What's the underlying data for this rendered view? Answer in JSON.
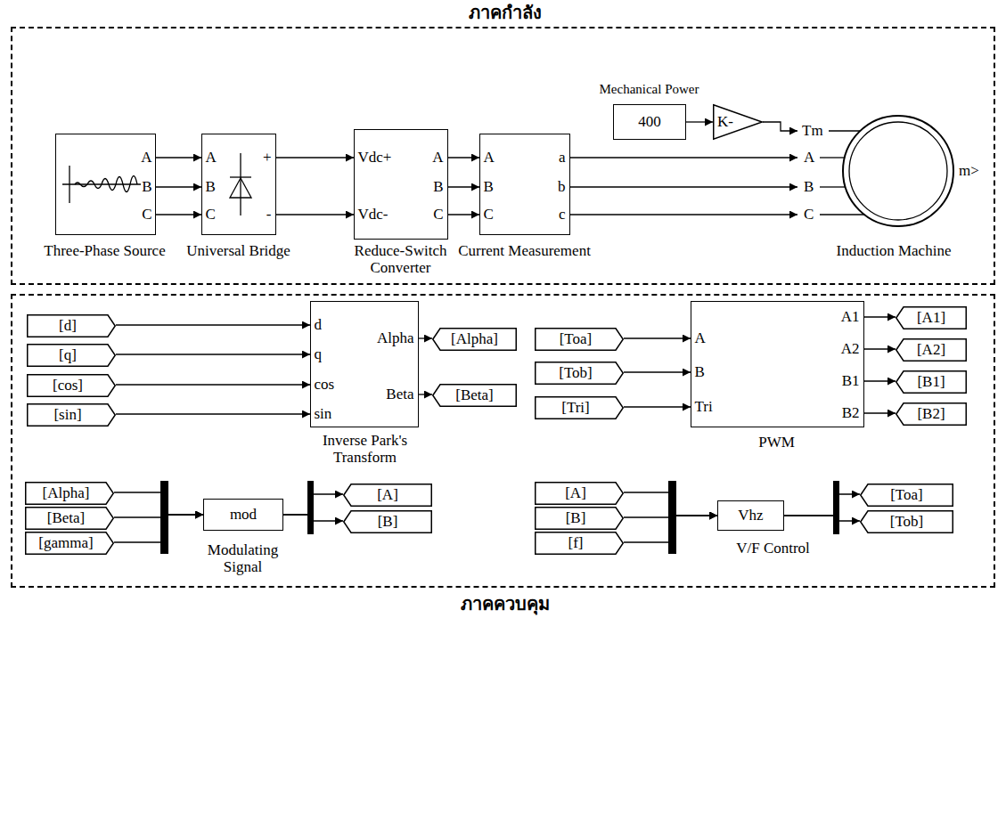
{
  "diagram": {
    "nodes": [
      {
        "text": [
          "ภาคกำลัง"
        ]
      },
      {
        "text": [
          "A",
          "B",
          "C",
          "Three-Phase Source"
        ],
        "in": 0
      },
      {
        "text": [
          "A",
          "B",
          "C",
          "+",
          "-",
          "Universal Bridge"
        ],
        "in": 0
      },
      {
        "text": [
          "Vdc+",
          "Vdc-",
          "A",
          "B",
          "C",
          "Reduce-Switch Converter"
        ],
        "in": 0
      },
      {
        "text": [
          "A",
          "B",
          "C",
          "a",
          "b",
          "c",
          "Current Measurement"
        ],
        "in": 0
      },
      {
        "text": [
          "Mechanical Power",
          "400"
        ],
        "in": 0
      },
      {
        "text": [
          "K-"
        ],
        "in": 0
      },
      {
        "text": [
          "Tm",
          "A",
          "B",
          "C",
          "m>",
          "Induction Machine"
        ],
        "in": 0
      },
      {
        "text": [
          "ภาคควบคุม"
        ]
      },
      {
        "text": [
          "[d]"
        ],
        "in": 8
      },
      {
        "text": [
          "[q]"
        ],
        "in": 8
      },
      {
        "text": [
          "[cos]"
        ],
        "in": 8
      },
      {
        "text": [
          "[sin]"
        ],
        "in": 8
      },
      {
        "text": [
          "d",
          "q",
          "cos",
          "sin",
          "Alpha",
          "Beta",
          "Inverse Park's Transform"
        ],
        "in": 8
      },
      {
        "text": [
          "[Alpha]"
        ],
        "in": 8
      },
      {
        "text": [
          "[Beta]"
        ],
        "in": 8
      },
      {
        "text": [
          "[Toa]"
        ],
        "in": 8
      },
      {
        "text": [
          "[Tob]"
        ],
        "in": 8
      },
      {
        "text": [
          "[Tri]"
        ],
        "in": 8
      },
      {
        "text": [
          "A",
          "B",
          "Tri",
          "A1",
          "A2",
          "B1",
          "B2",
          "PWM"
        ],
        "in": 8
      },
      {
        "text": [
          "[A1]"
        ],
        "in": 8
      },
      {
        "text": [
          "[A2]"
        ],
        "in": 8
      },
      {
        "text": [
          "[B1]"
        ],
        "in": 8
      },
      {
        "text": [
          "[B2]"
        ],
        "in": 8
      },
      {
        "text": [
          "[Alpha]"
        ],
        "in": 8
      },
      {
        "text": [
          "[Beta]"
        ],
        "in": 8
      },
      {
        "text": [
          "[gamma]"
        ],
        "in": 8
      },
      {
        "text": [
          "mod",
          "Modulating Signal"
        ],
        "in": 8
      },
      {
        "text": [
          "[A]"
        ],
        "in": 8
      },
      {
        "text": [
          "[B]"
        ],
        "in": 8
      },
      {
        "text": [
          "[A]"
        ],
        "in": 8
      },
      {
        "text": [
          "[B]"
        ],
        "in": 8
      },
      {
        "text": [
          "[f]"
        ],
        "in": 8
      },
      {
        "text": [
          "Vhz",
          "V/F Control"
        ],
        "in": 8
      },
      {
        "text": [
          "[Toa]"
        ],
        "in": 8
      },
      {
        "text": [
          "[Tob]"
        ],
        "in": 8
      }
    ],
    "edges": [
      {
        "from": 1,
        "to": 2,
        "arrow": "to"
      },
      {
        "from": 1,
        "to": 2,
        "arrow": "to"
      },
      {
        "from": 1,
        "to": 2,
        "arrow": "to"
      },
      {
        "from": 2,
        "to": 3,
        "arrow": "to"
      },
      {
        "from": 2,
        "to": 3,
        "arrow": "to"
      },
      {
        "from": 3,
        "to": 4,
        "arrow": "to"
      },
      {
        "from": 3,
        "to": 4,
        "arrow": "to"
      },
      {
        "from": 3,
        "to": 4,
        "arrow": "to"
      },
      {
        "from": 4,
        "to": 7,
        "arrow": "to"
      },
      {
        "from": 4,
        "to": 7,
        "arrow": "to"
      },
      {
        "from": 4,
        "to": 7,
        "arrow": "to"
      },
      {
        "from": 5,
        "to": 6,
        "arrow": "to"
      },
      {
        "from": 6,
        "to": 7,
        "arrow": "to"
      },
      {
        "from": 9,
        "to": 13,
        "arrow": "to"
      },
      {
        "from": 10,
        "to": 13,
        "arrow": "to"
      },
      {
        "from": 11,
        "to": 13,
        "arrow": "to"
      },
      {
        "from": 12,
        "to": 13,
        "arrow": "to"
      },
      {
        "from": 13,
        "to": 14,
        "arrow": "to"
      },
      {
        "from": 13,
        "to": 15,
        "arrow": "to"
      },
      {
        "from": 16,
        "to": 19,
        "arrow": "to"
      },
      {
        "from": 17,
        "to": 19,
        "arrow": "to"
      },
      {
        "from": 18,
        "to": 19,
        "arrow": "to"
      },
      {
        "from": 19,
        "to": 20,
        "arrow": "to"
      },
      {
        "from": 19,
        "to": 21,
        "arrow": "to"
      },
      {
        "from": 19,
        "to": 22,
        "arrow": "to"
      },
      {
        "from": 19,
        "to": 23,
        "arrow": "to"
      },
      {
        "from": 24,
        "to": 27,
        "arrow": "to"
      },
      {
        "from": 25,
        "to": 27,
        "arrow": "to"
      },
      {
        "from": 26,
        "to": 27,
        "arrow": "to"
      },
      {
        "from": 27,
        "to": 28,
        "arrow": "to"
      },
      {
        "from": 27,
        "to": 29,
        "arrow": "to"
      },
      {
        "from": 30,
        "to": 33,
        "arrow": "to"
      },
      {
        "from": 31,
        "to": 33,
        "arrow": "to"
      },
      {
        "from": 32,
        "to": 33,
        "arrow": "to"
      },
      {
        "from": 33,
        "to": 34,
        "arrow": "to"
      },
      {
        "from": 33,
        "to": 35,
        "arrow": "to"
      }
    ]
  }
}
